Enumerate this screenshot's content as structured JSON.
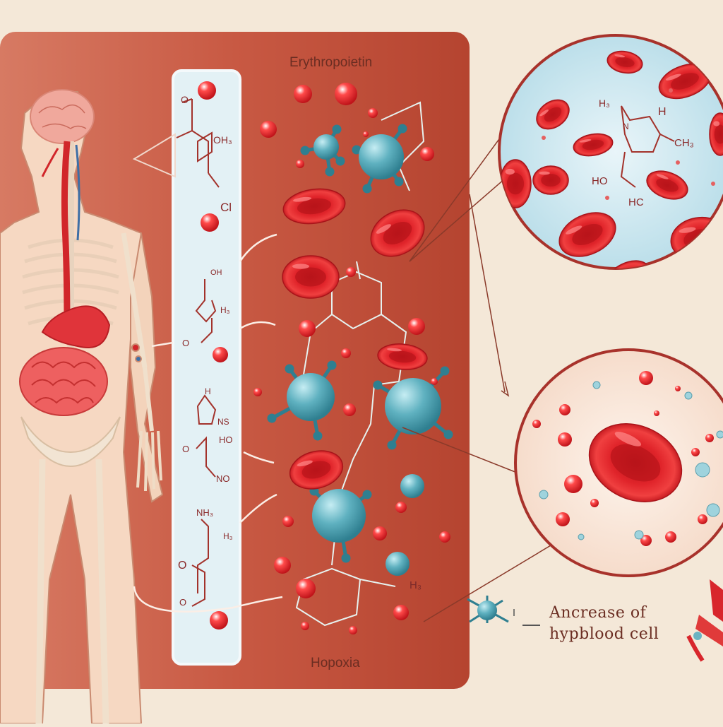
{
  "title": "Erythropoietin",
  "bottom_label": "Hopoxia",
  "caption": {
    "line1": "Ancrease of",
    "line2": "hypblood cell"
  },
  "chem_labels": {
    "o_top": "O",
    "oh3": "OH₃",
    "cl": "Cl",
    "oh_small": "OH",
    "h3_a": "H₃",
    "o_mid": "O",
    "ns": "NS",
    "h_top_c": "H",
    "ho": "HO",
    "o_c": "O",
    "no": "NO",
    "nh3": "NH₃",
    "h3_d": "H₃",
    "o_d1": "O",
    "o_d2": "O",
    "h3_e": "H₃",
    "zoom_h3": "H₃",
    "zoom_h": "H",
    "zoom_n": "N",
    "zoom_ch3": "CH₃",
    "zoom_ho": "HO",
    "zoom_hc": "HC"
  },
  "colors": {
    "background": "#f4e8d8",
    "panel_red": "#c9553e",
    "blood_cell": "#e0242a",
    "molecule": "#5aa5b5",
    "formula_panel": "#e3f1f5",
    "zoom_top_fill": "#cfe7f0",
    "zoom_bottom_fill": "#fbeee4"
  }
}
